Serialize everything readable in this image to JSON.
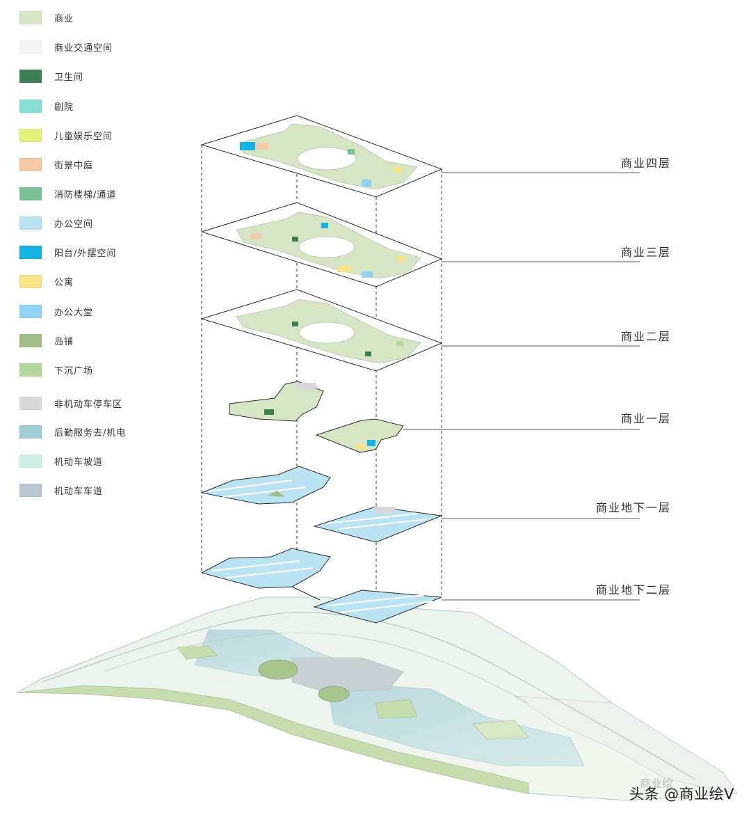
{
  "legend": {
    "items": [
      {
        "label": "商业",
        "color": "#d6e5c4"
      },
      {
        "label": "商业交通空间",
        "color": "#f4f5f4"
      },
      {
        "label": "卫生间",
        "color": "#3d7f54"
      },
      {
        "label": "剧院",
        "color": "#86ddd3"
      },
      {
        "label": "儿童娱乐空间",
        "color": "#e2f27a"
      },
      {
        "label": "街景中庭",
        "color": "#f4c9a4"
      },
      {
        "label": "消防楼梯/通道",
        "color": "#7cc196"
      },
      {
        "label": "办公空间",
        "color": "#b9e2f2"
      },
      {
        "label": "阳台/外摆空间",
        "color": "#15b2e3"
      },
      {
        "label": "公寓",
        "color": "#fae387"
      },
      {
        "label": "办公大堂",
        "color": "#90d3f3"
      },
      {
        "label": "岛铺",
        "color": "#9ebd87"
      },
      {
        "label": "下沉广场",
        "color": "#b4d89c"
      },
      {
        "label": "非机动车停车区",
        "color": "#d8d8d8"
      },
      {
        "label": "后勤服务去/机电",
        "color": "#9dcdd3"
      },
      {
        "label": "机动车坡道",
        "color": "#cdeee4"
      },
      {
        "label": "机动车车道",
        "color": "#b9c7d0"
      }
    ]
  },
  "floors": [
    {
      "label": "商业四层"
    },
    {
      "label": "商业三层"
    },
    {
      "label": "商业二层"
    },
    {
      "label": "商业一层"
    },
    {
      "label": "商业地下一层"
    },
    {
      "label": "商业地下二层"
    }
  ],
  "watermark": {
    "text": "头条 @商业绘V",
    "faint_text": "商业绘"
  }
}
